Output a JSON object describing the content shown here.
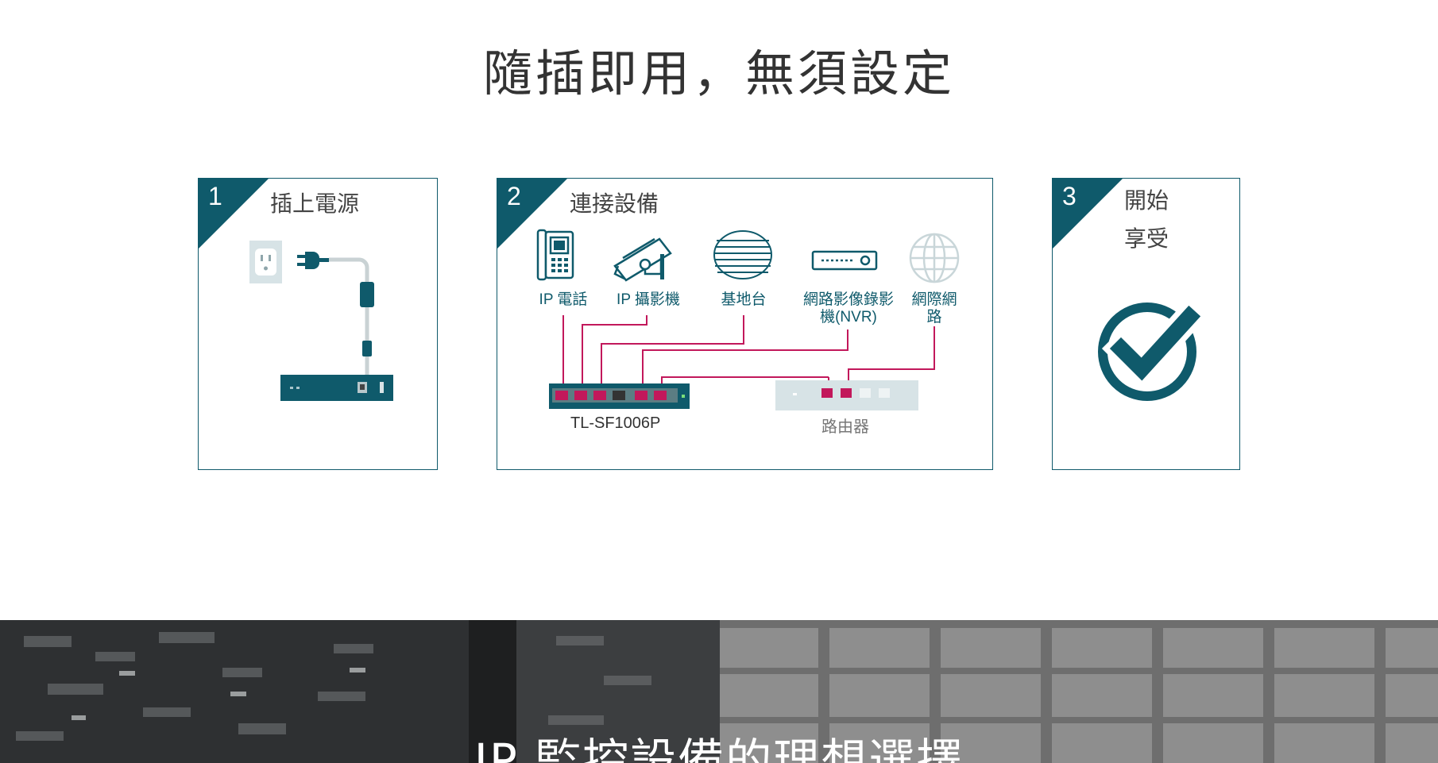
{
  "title": "隨插即用，無須設定",
  "steps": [
    {
      "number": "1",
      "label": "插上電源"
    },
    {
      "number": "2",
      "label": "連接設備"
    },
    {
      "number": "3",
      "label": "開始享受"
    }
  ],
  "devices": {
    "ip_phone": "IP 電話",
    "ip_camera": "IP 攝影機",
    "access_point": "基地台",
    "nvr": "網路影像錄影機(NVR)",
    "internet": "網際網路"
  },
  "switch_model": "TL-SF1006P",
  "router_label": "路由器",
  "banner_title": "IP 監控設備的理想選擇",
  "colors": {
    "accent": "#0f5a6b",
    "cable": "#c2185b",
    "text": "#333333"
  }
}
